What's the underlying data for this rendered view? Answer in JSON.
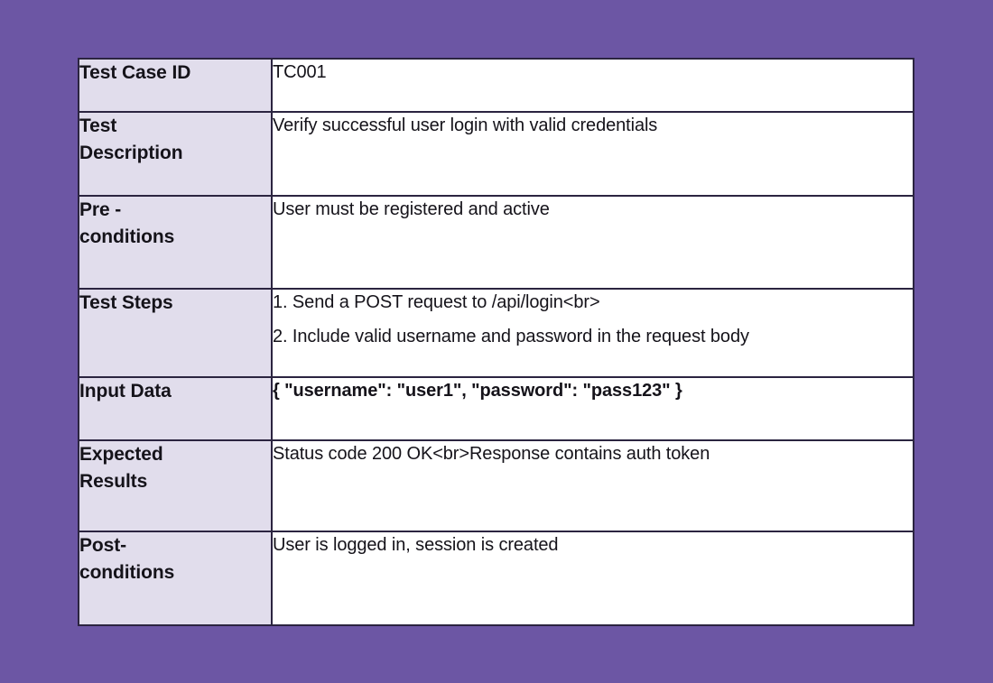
{
  "background_color": "#6C56A4",
  "table": {
    "label_column_bg": "#E1DDEC",
    "value_column_bg": "#FFFFFF",
    "border_color": "#2B2440",
    "rows": [
      {
        "label_lines": [
          "Test Case ID"
        ],
        "value_lines": [
          "TC001"
        ],
        "value_bold": false
      },
      {
        "label_lines": [
          "Test",
          "Description"
        ],
        "value_lines": [
          "Verify successful user login with valid credentials"
        ],
        "value_bold": false
      },
      {
        "label_lines": [
          "Pre -",
          "conditions"
        ],
        "value_lines": [
          "User must be registered and active"
        ],
        "value_bold": false
      },
      {
        "label_lines": [
          "Test Steps"
        ],
        "value_lines": [
          "1. Send a POST request to /api/login<br>",
          "2. Include valid username and password in the request body"
        ],
        "value_bold": false
      },
      {
        "label_lines": [
          "Input Data"
        ],
        "value_lines": [
          "{ \"username\": \"user1\", \"password\": \"pass123\" }"
        ],
        "value_bold": true
      },
      {
        "label_lines": [
          "Expected",
          "Results"
        ],
        "value_lines": [
          "Status code 200 OK<br>Response contains auth token"
        ],
        "value_bold": false
      },
      {
        "label_lines": [
          "Post-",
          "conditions"
        ],
        "value_lines": [
          "User is logged in, session is created"
        ],
        "value_bold": false
      }
    ]
  }
}
